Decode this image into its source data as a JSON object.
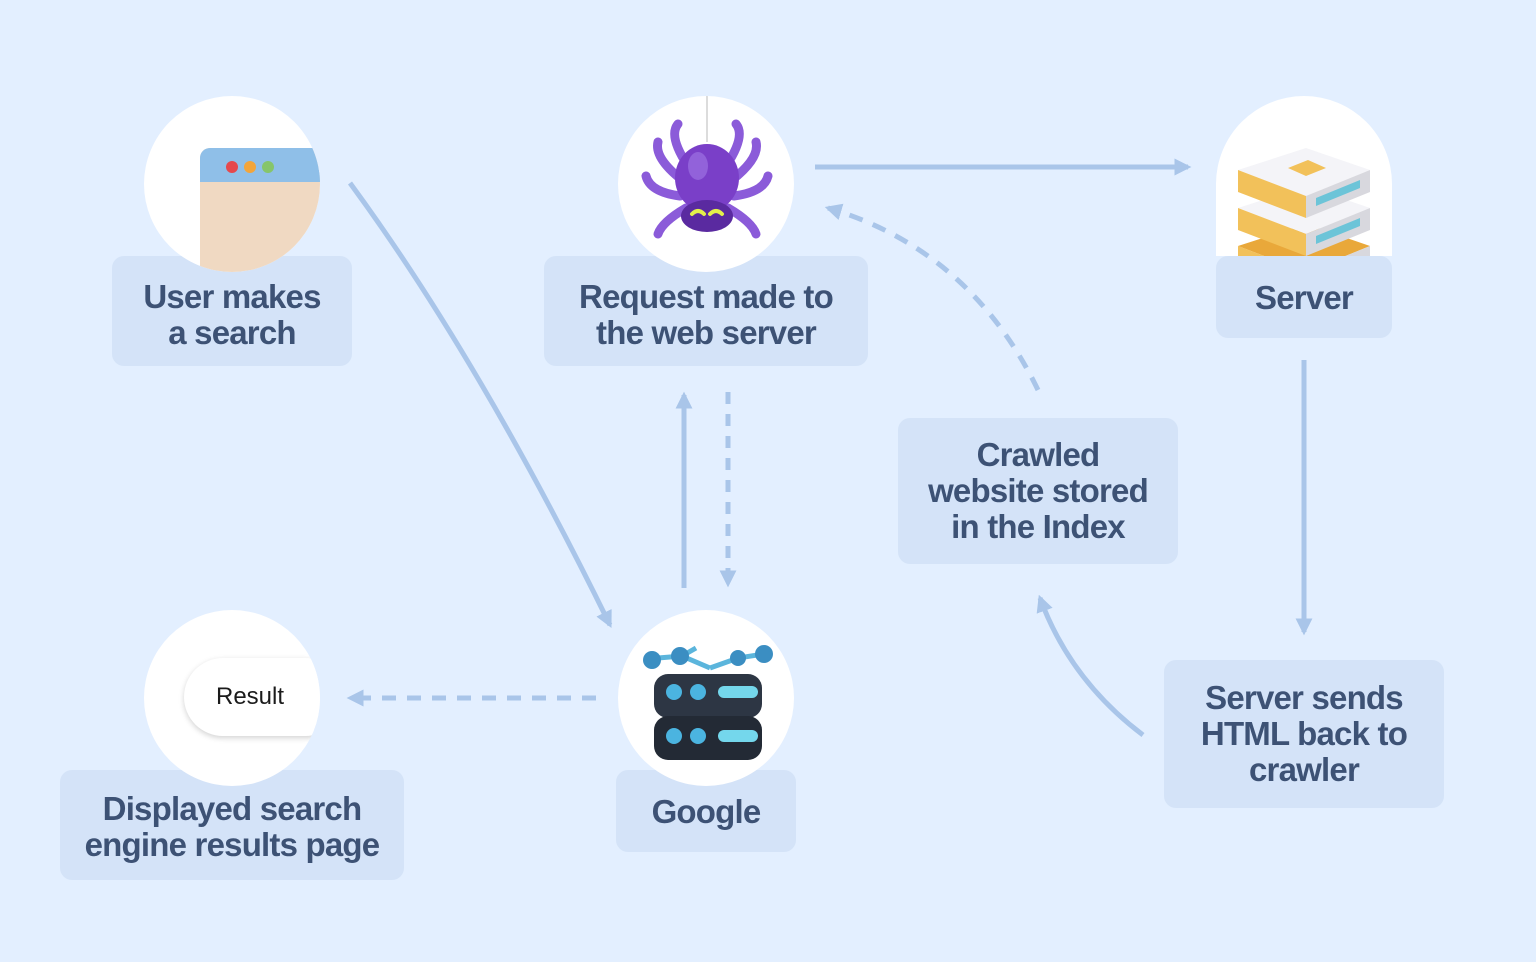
{
  "nodes": {
    "user": {
      "lines": [
        "User makes",
        "a search"
      ]
    },
    "request": {
      "lines": [
        "Request made to",
        "the web server"
      ]
    },
    "server": {
      "lines": [
        "Server"
      ]
    },
    "crawled": {
      "lines": [
        "Crawled",
        "website stored",
        "in the Index"
      ]
    },
    "server_sends": {
      "lines": [
        "Server sends",
        "HTML back to",
        "crawler"
      ]
    },
    "google": {
      "lines": [
        "Google"
      ]
    },
    "results": {
      "lines": [
        "Displayed search",
        "engine results page"
      ],
      "result_pill": "Result"
    }
  },
  "icons": {
    "user": "browser-window-icon",
    "request": "spider-icon",
    "server": "server-stack-icon",
    "google": "database-network-icon",
    "results": "result-pill-icon"
  },
  "colors": {
    "background": "#e3efff",
    "label_box": "#d4e3f8",
    "label_text": "#3d5275",
    "arrow": "#a9c5e9"
  }
}
